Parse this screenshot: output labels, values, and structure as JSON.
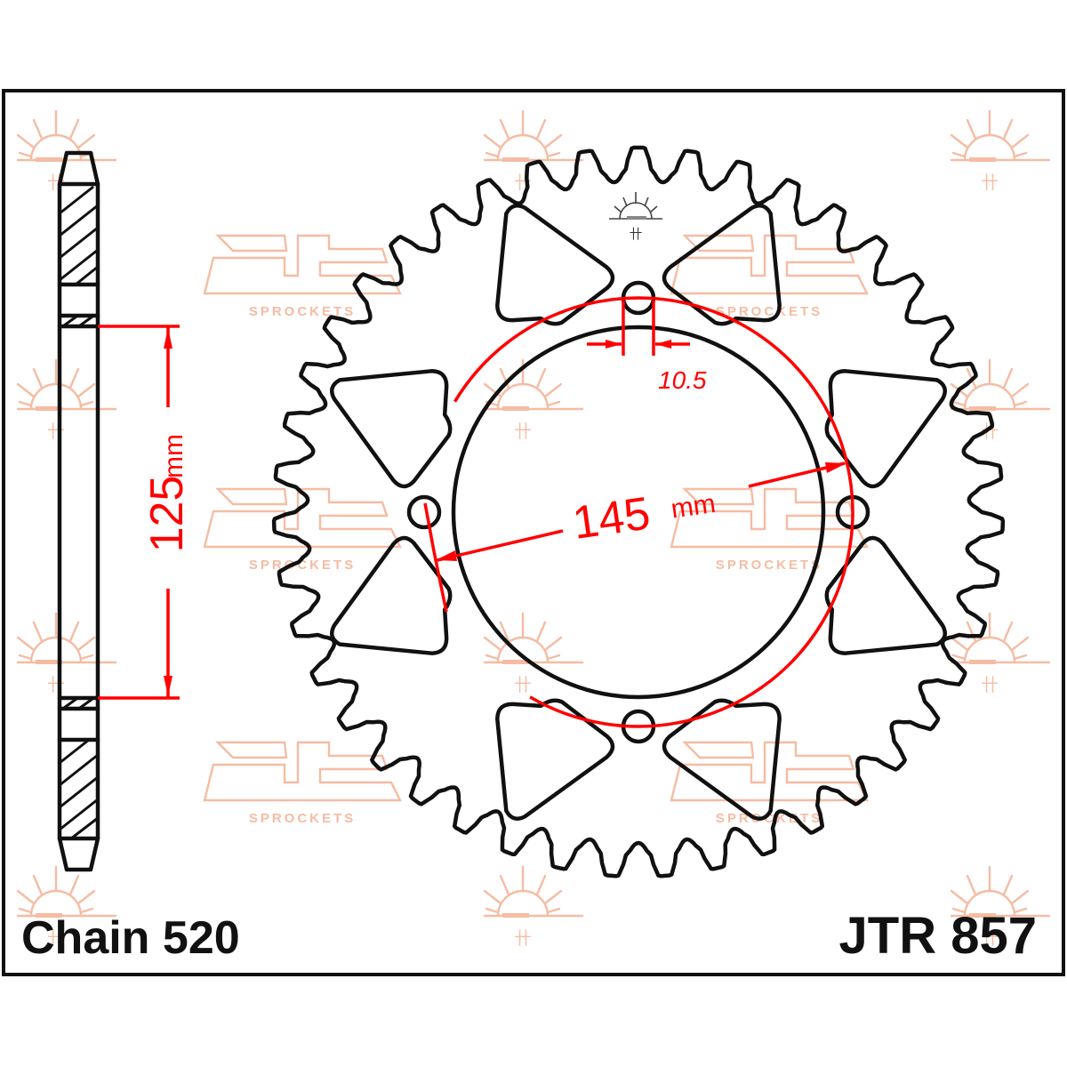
{
  "drawing": {
    "part_number": "JTR 857",
    "chain_label": "Chain 520",
    "teeth_count": 43,
    "bolt_holes": 4,
    "lightening_holes": 8
  },
  "dimensions": {
    "pcd": {
      "value": "145",
      "unit": "mm"
    },
    "bolt_hole_diameter": {
      "value": "10.5"
    },
    "centre_bore": {
      "value": "125",
      "unit": "mm"
    }
  },
  "watermark": {
    "brand_text": "SPROCKETS",
    "logo_char": "卄",
    "color": "#F5BCA3"
  },
  "colors": {
    "outline": "#111111",
    "dimension": "#FF0000",
    "background": "#FFFFFF"
  }
}
